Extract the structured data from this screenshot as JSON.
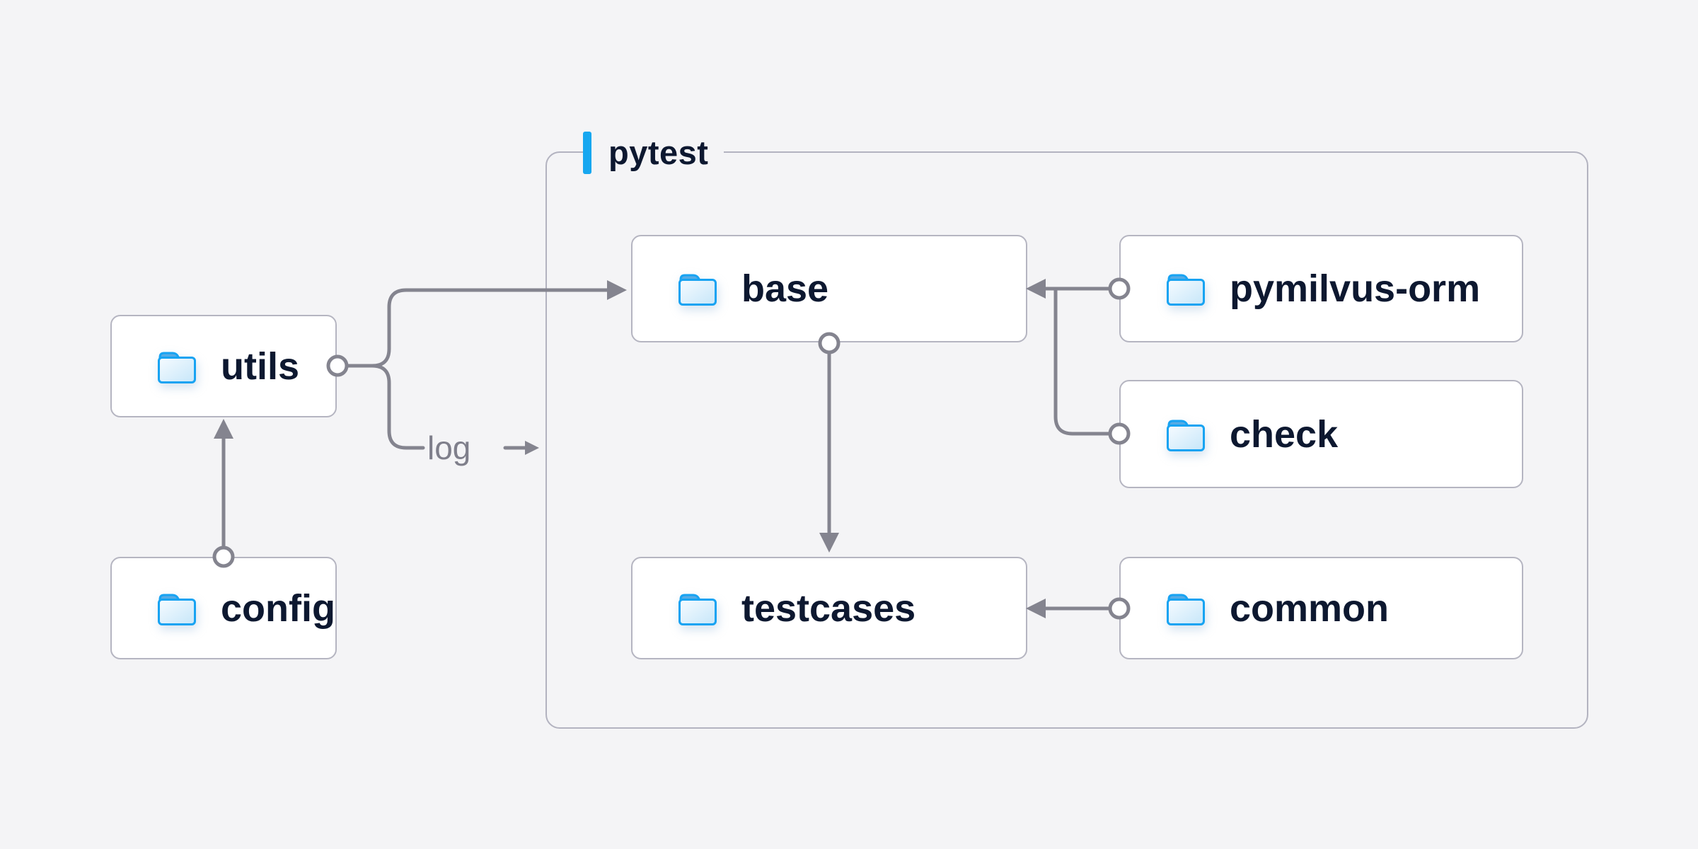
{
  "page": {
    "background_color": "#f4f4f6"
  },
  "diagram": {
    "group": {
      "label": "pytest",
      "accent_color": "#17a7f0"
    },
    "nodes": {
      "utils": {
        "label": "utils",
        "icon": "folder-icon"
      },
      "config": {
        "label": "config",
        "icon": "folder-icon"
      },
      "base": {
        "label": "base",
        "icon": "folder-icon"
      },
      "pymilvus_orm": {
        "label": "pymilvus-orm",
        "icon": "folder-icon"
      },
      "check": {
        "label": "check",
        "icon": "folder-icon"
      },
      "testcases": {
        "label": "testcases",
        "icon": "folder-icon"
      },
      "common": {
        "label": "common",
        "icon": "folder-icon"
      }
    },
    "edges": [
      {
        "from": "config",
        "to": "utils",
        "label": ""
      },
      {
        "from": "utils",
        "to": "base",
        "label": ""
      },
      {
        "from": "utils",
        "to": "pytest-group",
        "label": "log"
      },
      {
        "from": "base",
        "to": "testcases",
        "label": ""
      },
      {
        "from": "pymilvus-orm",
        "to": "base",
        "label": ""
      },
      {
        "from": "check",
        "to": "base",
        "label": ""
      },
      {
        "from": "common",
        "to": "testcases",
        "label": ""
      }
    ],
    "colors": {
      "node_background": "#ffffff",
      "node_border": "#b5b5c1",
      "node_text": "#0d1830",
      "group_border": "#b3b3c0",
      "connector": "#84848f",
      "accent_blue": "#17a7f0",
      "folder_outline": "#17a3f2",
      "log_text": "#7f7f8b"
    }
  }
}
